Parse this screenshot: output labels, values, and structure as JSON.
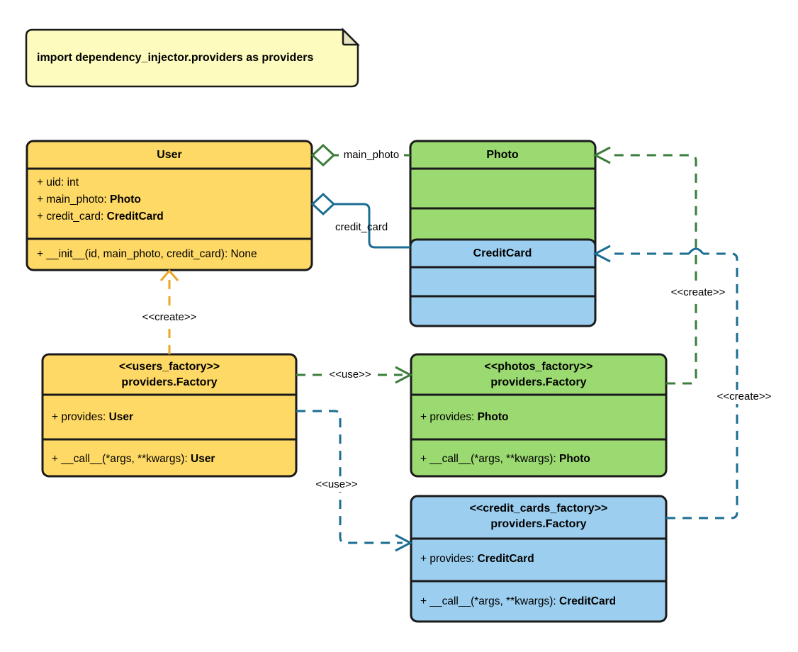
{
  "diagram": {
    "type": "uml-class-diagram",
    "background": "#ffffff",
    "note": {
      "text": "import dependency_injector.providers as providers",
      "fill": "#fdfbbd"
    },
    "colors": {
      "user_fill": "#ffd966",
      "photo_fill": "#9bd971",
      "credit_fill": "#9bceef",
      "border": "#1a1a1a",
      "green_edge": "#3c7d3c",
      "blue_edge": "#1b6d93",
      "amber_edge": "#e8a825"
    },
    "classes": [
      {
        "id": "user",
        "name": "User",
        "stereotype": "",
        "fill": "#ffd966",
        "attributes": [
          "+ uid: int",
          "+ main_photo: Photo",
          "+ credit_card: CreditCard"
        ],
        "methods": [
          "+ __init__(id, main_photo, credit_card): None"
        ]
      },
      {
        "id": "photo",
        "name": "Photo",
        "stereotype": "",
        "fill": "#9bd971",
        "attributes": [],
        "methods": []
      },
      {
        "id": "creditcard",
        "name": "CreditCard",
        "stereotype": "",
        "fill": "#9bceef",
        "attributes": [],
        "methods": []
      },
      {
        "id": "users_factory",
        "name": "providers.Factory",
        "stereotype": "<<users_factory>>",
        "fill": "#ffd966",
        "attributes": [
          "+ provides: User"
        ],
        "methods": [
          "+ __call__(*args, **kwargs): User"
        ]
      },
      {
        "id": "photos_factory",
        "name": "providers.Factory",
        "stereotype": "<<photos_factory>>",
        "fill": "#9bd971",
        "attributes": [
          "+ provides: Photo"
        ],
        "methods": [
          "+ __call__(*args, **kwargs): Photo"
        ]
      },
      {
        "id": "credit_cards_factory",
        "name": "providers.Factory",
        "stereotype": "<<credit_cards_factory>>",
        "fill": "#9bceef",
        "attributes": [
          "+ provides: CreditCard"
        ],
        "methods": [
          "+ __call__(*args, **kwargs): CreditCard"
        ]
      }
    ],
    "edges": [
      {
        "id": "user-main-photo",
        "from": "user",
        "to": "photo",
        "kind": "aggregation",
        "label": "main_photo",
        "color": "#3c7d3c"
      },
      {
        "id": "user-credit-card",
        "from": "user",
        "to": "creditcard",
        "kind": "aggregation",
        "label": "credit_card",
        "color": "#1b6d93"
      },
      {
        "id": "users-factory-creates-user",
        "from": "users_factory",
        "to": "user",
        "kind": "dependency",
        "label": "<<create>>",
        "color": "#e8a825"
      },
      {
        "id": "users-factory-uses-photos-factory",
        "from": "users_factory",
        "to": "photos_factory",
        "kind": "dependency",
        "label": "<<use>>",
        "color": "#3c7d3c"
      },
      {
        "id": "users-factory-uses-credit-cards-factory",
        "from": "users_factory",
        "to": "credit_cards_factory",
        "kind": "dependency",
        "label": "<<use>>",
        "color": "#1b6d93"
      },
      {
        "id": "photos-factory-creates-photo",
        "from": "photos_factory",
        "to": "photo",
        "kind": "dependency",
        "label": "<<create>>",
        "color": "#3c7d3c"
      },
      {
        "id": "credit-cards-factory-creates-credit-card",
        "from": "credit_cards_factory",
        "to": "creditcard",
        "kind": "dependency",
        "label": "<<create>>",
        "color": "#1b6d93"
      }
    ]
  }
}
